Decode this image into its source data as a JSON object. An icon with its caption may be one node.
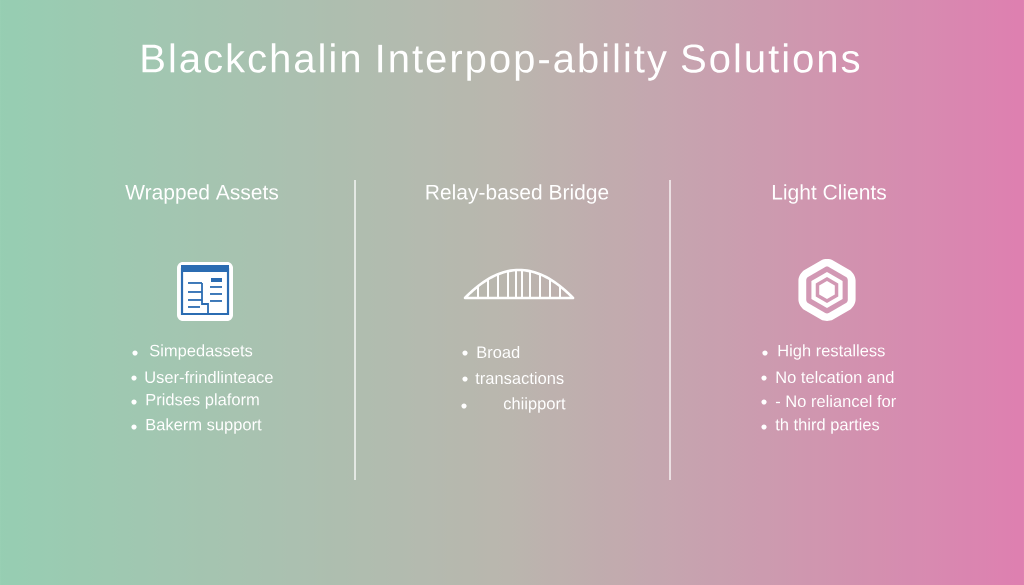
{
  "diagram": {
    "title": "Blackchalin Interpop-ability Solutions",
    "labels": [
      "Wrapped Assets",
      "Simpedassets",
      "User-frindlinteace",
      "Pridses plaform",
      "Bakerm support",
      "Relay-based Bridge",
      "Broad",
      "transactions",
      "chiipport",
      "Light Clients",
      "High restalless",
      "No telcation and",
      "- No reliancel for",
      "th third parties"
    ]
  }
}
